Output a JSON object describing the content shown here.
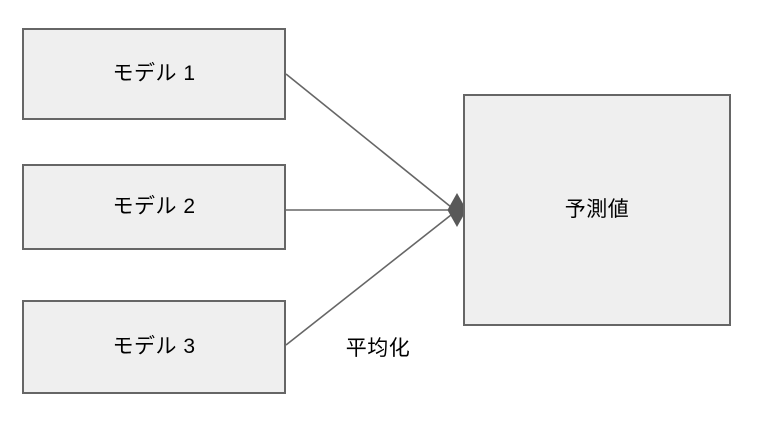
{
  "diagram": {
    "title": "ensemble-averaging-diagram",
    "background_color": "#ffffff",
    "node_fill_color": "#efefef",
    "node_border_color": "#666666",
    "edge_color": "#666666",
    "text_color": "#000000",
    "nodes": [
      {
        "id": "model-1",
        "label": "モデル 1"
      },
      {
        "id": "model-2",
        "label": "モデル 2"
      },
      {
        "id": "model-3",
        "label": "モデル 3"
      },
      {
        "id": "prediction",
        "label": "予測値"
      }
    ],
    "edges": [
      {
        "id": "edge-model-1-to-prediction",
        "from": "model-1",
        "to": "prediction",
        "label": "",
        "arrowhead": "diamond"
      },
      {
        "id": "edge-model-2-to-prediction",
        "from": "model-2",
        "to": "prediction",
        "label": "",
        "arrowhead": "diamond"
      },
      {
        "id": "edge-model-3-to-prediction",
        "from": "model-3",
        "to": "prediction",
        "label": "平均化",
        "arrowhead": "diamond"
      }
    ],
    "edge_labels": {
      "averaging": "平均化"
    }
  }
}
